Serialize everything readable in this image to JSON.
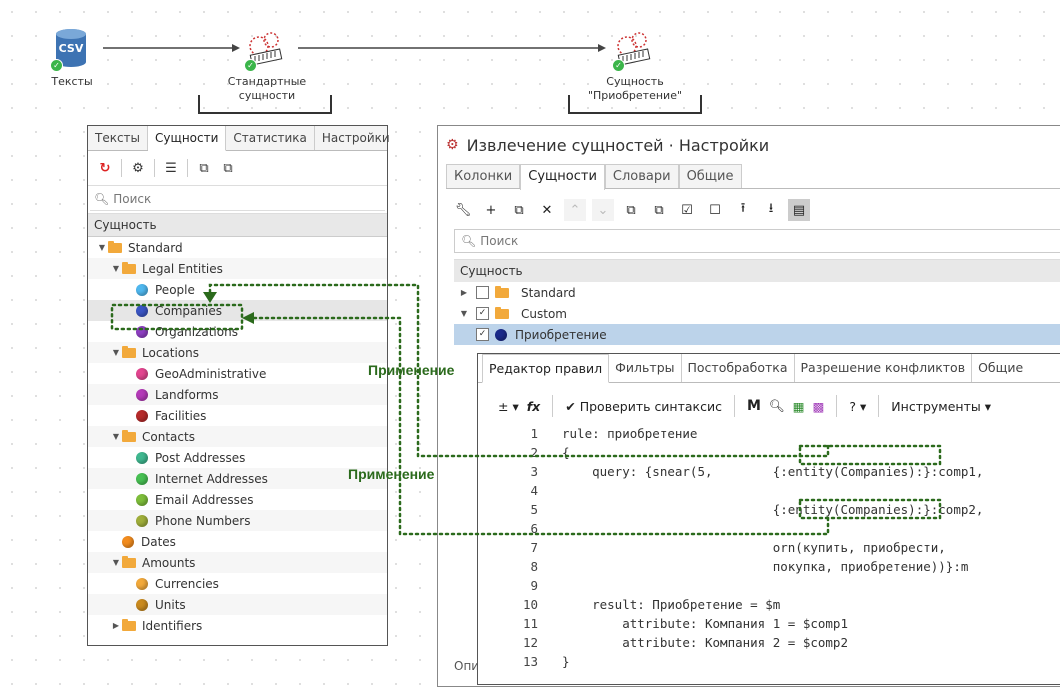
{
  "pipeline": {
    "nodes": [
      {
        "label": "Тексты",
        "icon_text": "CSV"
      },
      {
        "label_line1": "Стандартные",
        "label_line2": "сущности"
      },
      {
        "label_line1": "Сущность",
        "label_line2": "\"Приобретение\""
      }
    ]
  },
  "left_panel": {
    "tabs": [
      "Тексты",
      "Сущности",
      "Статистика",
      "Настройки"
    ],
    "search_placeholder": "Поиск",
    "column_header": "Сущность",
    "tree": [
      {
        "label": "Standard",
        "type": "folder",
        "level": 0,
        "caret": "▼"
      },
      {
        "label": "Legal Entities",
        "type": "folder",
        "level": 1,
        "caret": "▼"
      },
      {
        "label": "People",
        "type": "dot",
        "level": 2,
        "color": "#4fb7ee"
      },
      {
        "label": "Companies",
        "type": "dot",
        "level": 2,
        "color": "#3a55c4",
        "selected": true
      },
      {
        "label": "Organizations",
        "type": "dot",
        "level": 2,
        "color": "#8e3fc2"
      },
      {
        "label": "Locations",
        "type": "folder",
        "level": 1,
        "caret": "▼"
      },
      {
        "label": "GeoAdministrative",
        "type": "dot",
        "level": 2,
        "color": "#e2458f"
      },
      {
        "label": "Landforms",
        "type": "dot",
        "level": 2,
        "color": "#b43ab8"
      },
      {
        "label": "Facilities",
        "type": "dot",
        "level": 2,
        "color": "#b52a2a"
      },
      {
        "label": "Contacts",
        "type": "folder",
        "level": 1,
        "caret": "▼"
      },
      {
        "label": "Post Addresses",
        "type": "dot",
        "level": 2,
        "color": "#3fb78f"
      },
      {
        "label": "Internet Addresses",
        "type": "dot",
        "level": 2,
        "color": "#46bf52"
      },
      {
        "label": "Email Addresses",
        "type": "dot",
        "level": 2,
        "color": "#7dbd3a"
      },
      {
        "label": "Phone Numbers",
        "type": "dot",
        "level": 2,
        "color": "#9fae3a"
      },
      {
        "label": "Dates",
        "type": "dot",
        "level": 1,
        "color": "#f28c1e"
      },
      {
        "label": "Amounts",
        "type": "folder",
        "level": 1,
        "caret": "▼"
      },
      {
        "label": "Currencies",
        "type": "dot",
        "level": 2,
        "color": "#f2a93b"
      },
      {
        "label": "Units",
        "type": "dot",
        "level": 2,
        "color": "#c98a1e"
      },
      {
        "label": "Identifiers",
        "type": "folder",
        "level": 1,
        "caret": "▶"
      }
    ]
  },
  "right_panel": {
    "title": "Извлечение сущностей · Настройки",
    "tabs": [
      "Колонки",
      "Сущности",
      "Словари",
      "Общие"
    ],
    "search_placeholder": "Поиск",
    "column_header": "Сущность",
    "rows": [
      {
        "label": "Standard",
        "caret": "▶",
        "checked": false,
        "type": "folder"
      },
      {
        "label": "Custom",
        "caret": "▼",
        "checked": true,
        "type": "folder"
      },
      {
        "label": "Приобретение",
        "caret": "",
        "checked": true,
        "type": "dot",
        "selected": true
      }
    ],
    "bottom_stub": "Опи"
  },
  "editor": {
    "tabs": [
      "Редактор правил",
      "Фильтры",
      "Постобработка",
      "Разрешение конфликтов",
      "Общие"
    ],
    "toolbar": {
      "check_syntax": "Проверить синтаксис",
      "m_label": "M",
      "help_label": "?",
      "tools_label": "Инструменты"
    },
    "code_lines": [
      {
        "n": "1",
        "text": "rule: приобретение"
      },
      {
        "n": "2",
        "text": "{"
      },
      {
        "n": "3",
        "text": "    query: {snear(5,        {:entity(Companies):}:comp1,"
      },
      {
        "n": "4",
        "text": ""
      },
      {
        "n": "5",
        "text": "                            {:entity(Companies):}:comp2,"
      },
      {
        "n": "6",
        "text": ""
      },
      {
        "n": "7",
        "text": "                            orn(купить, приобрести,"
      },
      {
        "n": "8",
        "text": "                            покупка, приобретение))}:m"
      },
      {
        "n": "9",
        "text": ""
      },
      {
        "n": "10",
        "text": "    result: Приобретение = $m"
      },
      {
        "n": "11",
        "text": "        attribute: Компания 1 = $comp1"
      },
      {
        "n": "12",
        "text": "        attribute: Компания 2 = $comp2"
      },
      {
        "n": "13",
        "text": "}"
      }
    ]
  },
  "annotations": {
    "label1": "Применение",
    "label2": "Применение",
    "accent_color": "#2b6a1c"
  }
}
